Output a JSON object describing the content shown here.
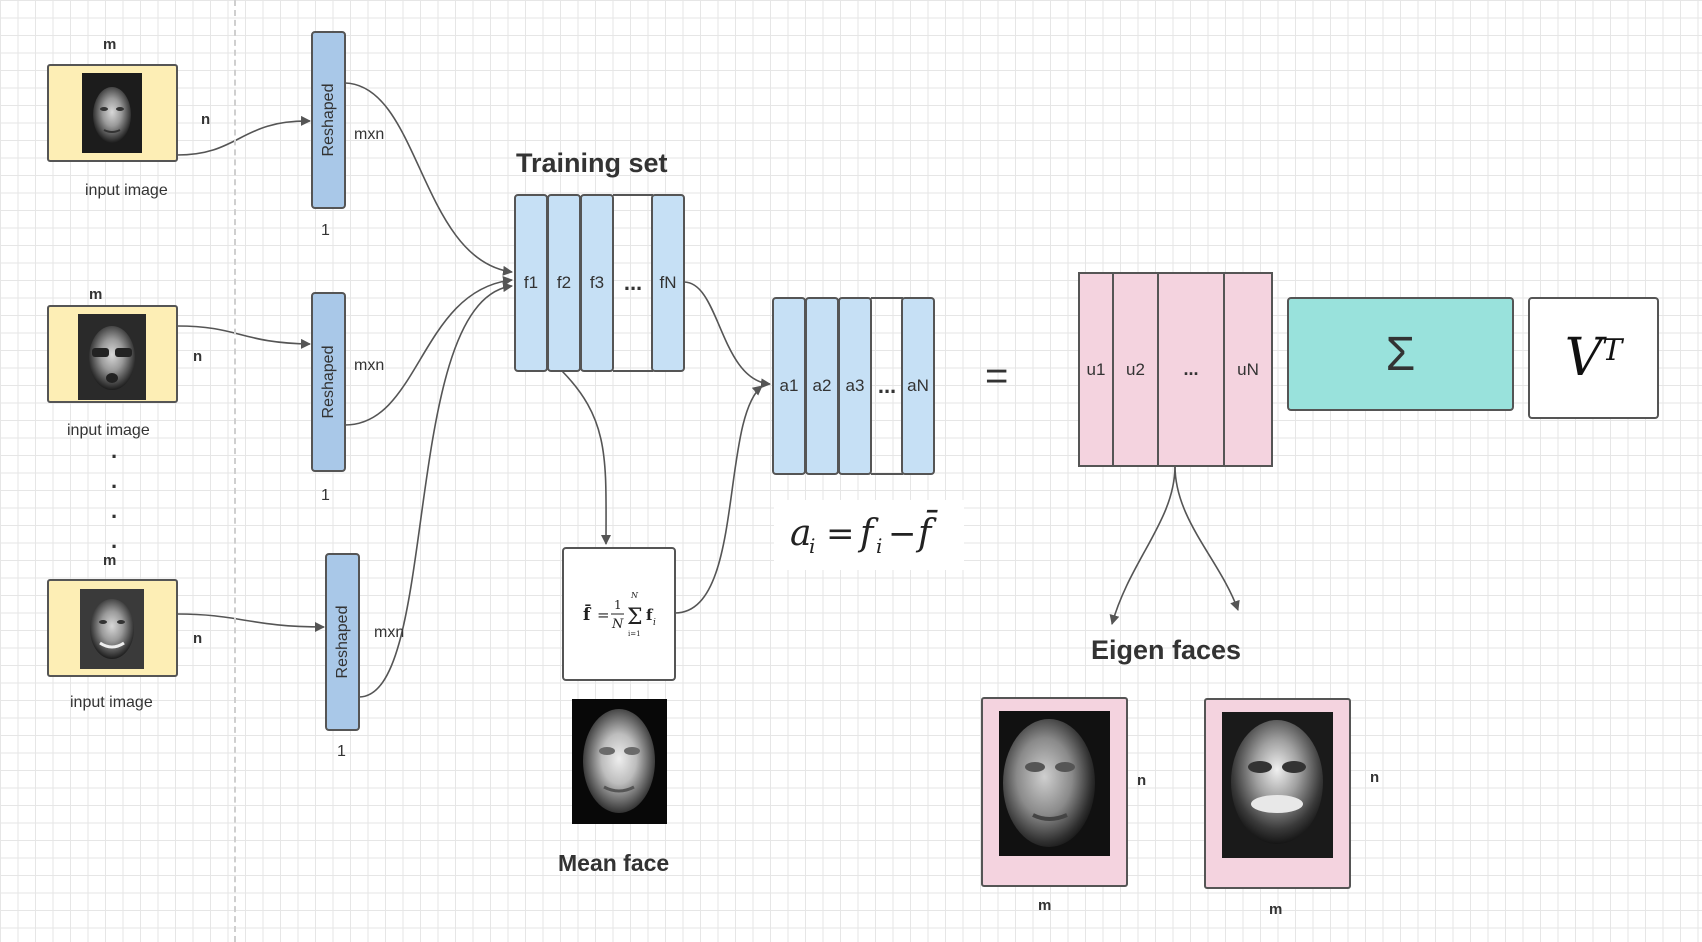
{
  "input_images": [
    {
      "dim_top": "m",
      "dim_side": "n",
      "caption": "input image"
    },
    {
      "dim_top": "m",
      "dim_side": "n",
      "caption": "input image"
    },
    {
      "dim_top": "m",
      "dim_side": "n",
      "caption": "input image"
    }
  ],
  "reshaped": [
    {
      "label": "Reshaped",
      "dim_side": "mxn",
      "dim_bottom": "1"
    },
    {
      "label": "Reshaped",
      "dim_side": "mxn",
      "dim_bottom": "1"
    },
    {
      "label": "Reshaped",
      "dim_side": "mxn",
      "dim_bottom": "1"
    }
  ],
  "training_set": {
    "title": "Training set",
    "columns": [
      "f1",
      "f2",
      "f3",
      "...",
      "fN"
    ]
  },
  "mean_face": {
    "formula_lhs": "f̄",
    "formula_eq": "=",
    "formula_num": "1",
    "formula_den": "N",
    "formula_sum_top": "N",
    "formula_sum_bottom": "i=1",
    "formula_term": "f",
    "formula_sub": "i",
    "caption": "Mean face"
  },
  "a_matrix": {
    "columns": [
      "a1",
      "a2",
      "a3",
      "...",
      "aN"
    ],
    "formula": {
      "a": "a",
      "a_sub": "i",
      "eq": "=",
      "f": "f",
      "f_sub": "i",
      "minus": "−",
      "fbar": "f̄"
    }
  },
  "equals": "=",
  "u_matrix": {
    "columns": [
      "u1",
      "u2",
      "...",
      "uN"
    ]
  },
  "sigma": {
    "symbol": "Σ",
    "color": "#99e2dc"
  },
  "vt": {
    "base": "V",
    "sup": "T"
  },
  "eigen_faces": {
    "title": "Eigen faces",
    "items": [
      {
        "dim_side": "n",
        "dim_bottom": "m"
      },
      {
        "dim_side": "n",
        "dim_bottom": "m"
      }
    ]
  },
  "vertical_ellipsis": [
    ".",
    ".",
    ".",
    "."
  ],
  "colors": {
    "blue": "#c6e0f5",
    "reshape_blue": "#a9c8e8",
    "yellow": "#fdeeb5",
    "pink": "#f4d3df",
    "teal": "#99e2dc"
  }
}
